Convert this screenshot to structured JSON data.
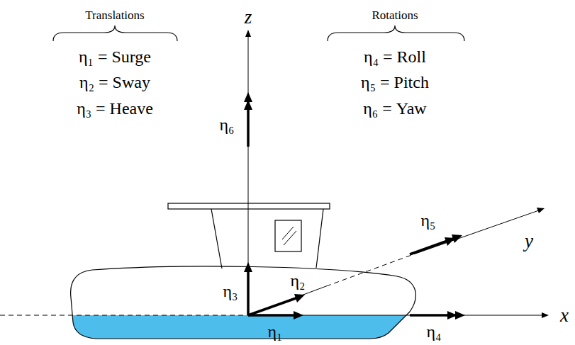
{
  "diagram": {
    "labels": [
      "Translations",
      "η₁ = Surge",
      "η₂ = Sway",
      "η₃ = Heave",
      "Rotations",
      "η₄ = Roll",
      "η₅ = Pitch",
      "η₆ = Yaw",
      "z",
      "y",
      "x",
      "η₆",
      "η₃",
      "η₂",
      "η₁",
      "η₅",
      "η₄"
    ]
  }
}
